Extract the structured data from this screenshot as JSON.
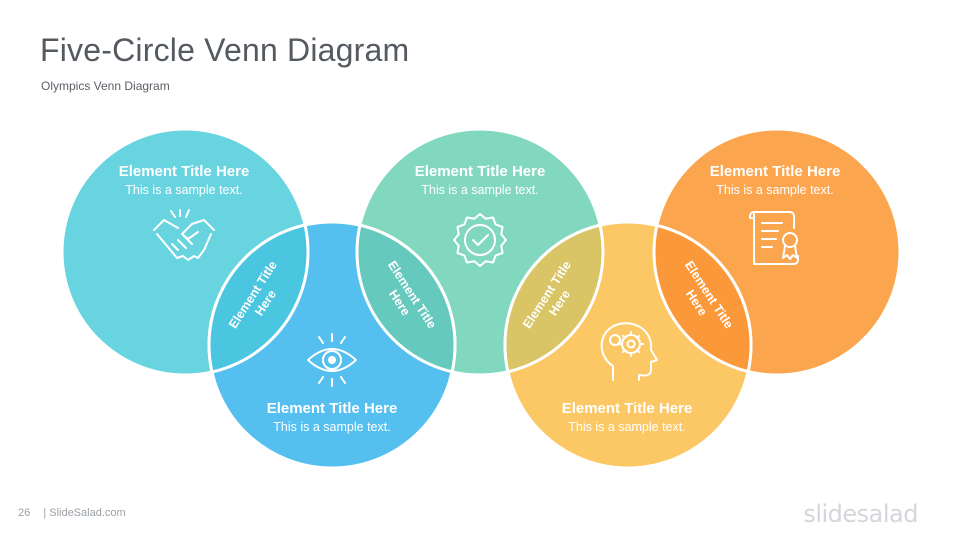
{
  "slide": {
    "title": "Five-Circle Venn Diagram",
    "subtitle": "Olympics Venn Diagram",
    "page_number": "26",
    "footer_text": "| SlideSalad.com",
    "brand": "slidesalad"
  },
  "circles": [
    {
      "title": "Element Title Here",
      "text": "This is a sample text.",
      "icon": "handshake-icon",
      "color": "#67d4e0"
    },
    {
      "title": "Element Title Here",
      "text": "This is a sample text.",
      "icon": "eye-icon",
      "color": "#55bff0"
    },
    {
      "title": "Element Title Here",
      "text": "This is a sample text.",
      "icon": "badge-check-icon",
      "color": "#82d8be"
    },
    {
      "title": "Element Title Here",
      "text": "This is a sample text.",
      "icon": "head-gears-icon",
      "color": "#fbc865"
    },
    {
      "title": "Element Title Here",
      "text": "This is a sample text.",
      "icon": "certificate-icon",
      "color": "#fba64f"
    }
  ],
  "overlaps": [
    {
      "label_line1": "Element Title",
      "label_line2": "Here",
      "color": "#4bc6e0"
    },
    {
      "label_line1": "Element Title",
      "label_line2": "Here",
      "color": "#66c9be"
    },
    {
      "label_line1": "Element Title",
      "label_line2": "Here",
      "color": "#d9c466"
    },
    {
      "label_line1": "Element Title",
      "label_line2": "Here",
      "color": "#fb993a"
    }
  ]
}
